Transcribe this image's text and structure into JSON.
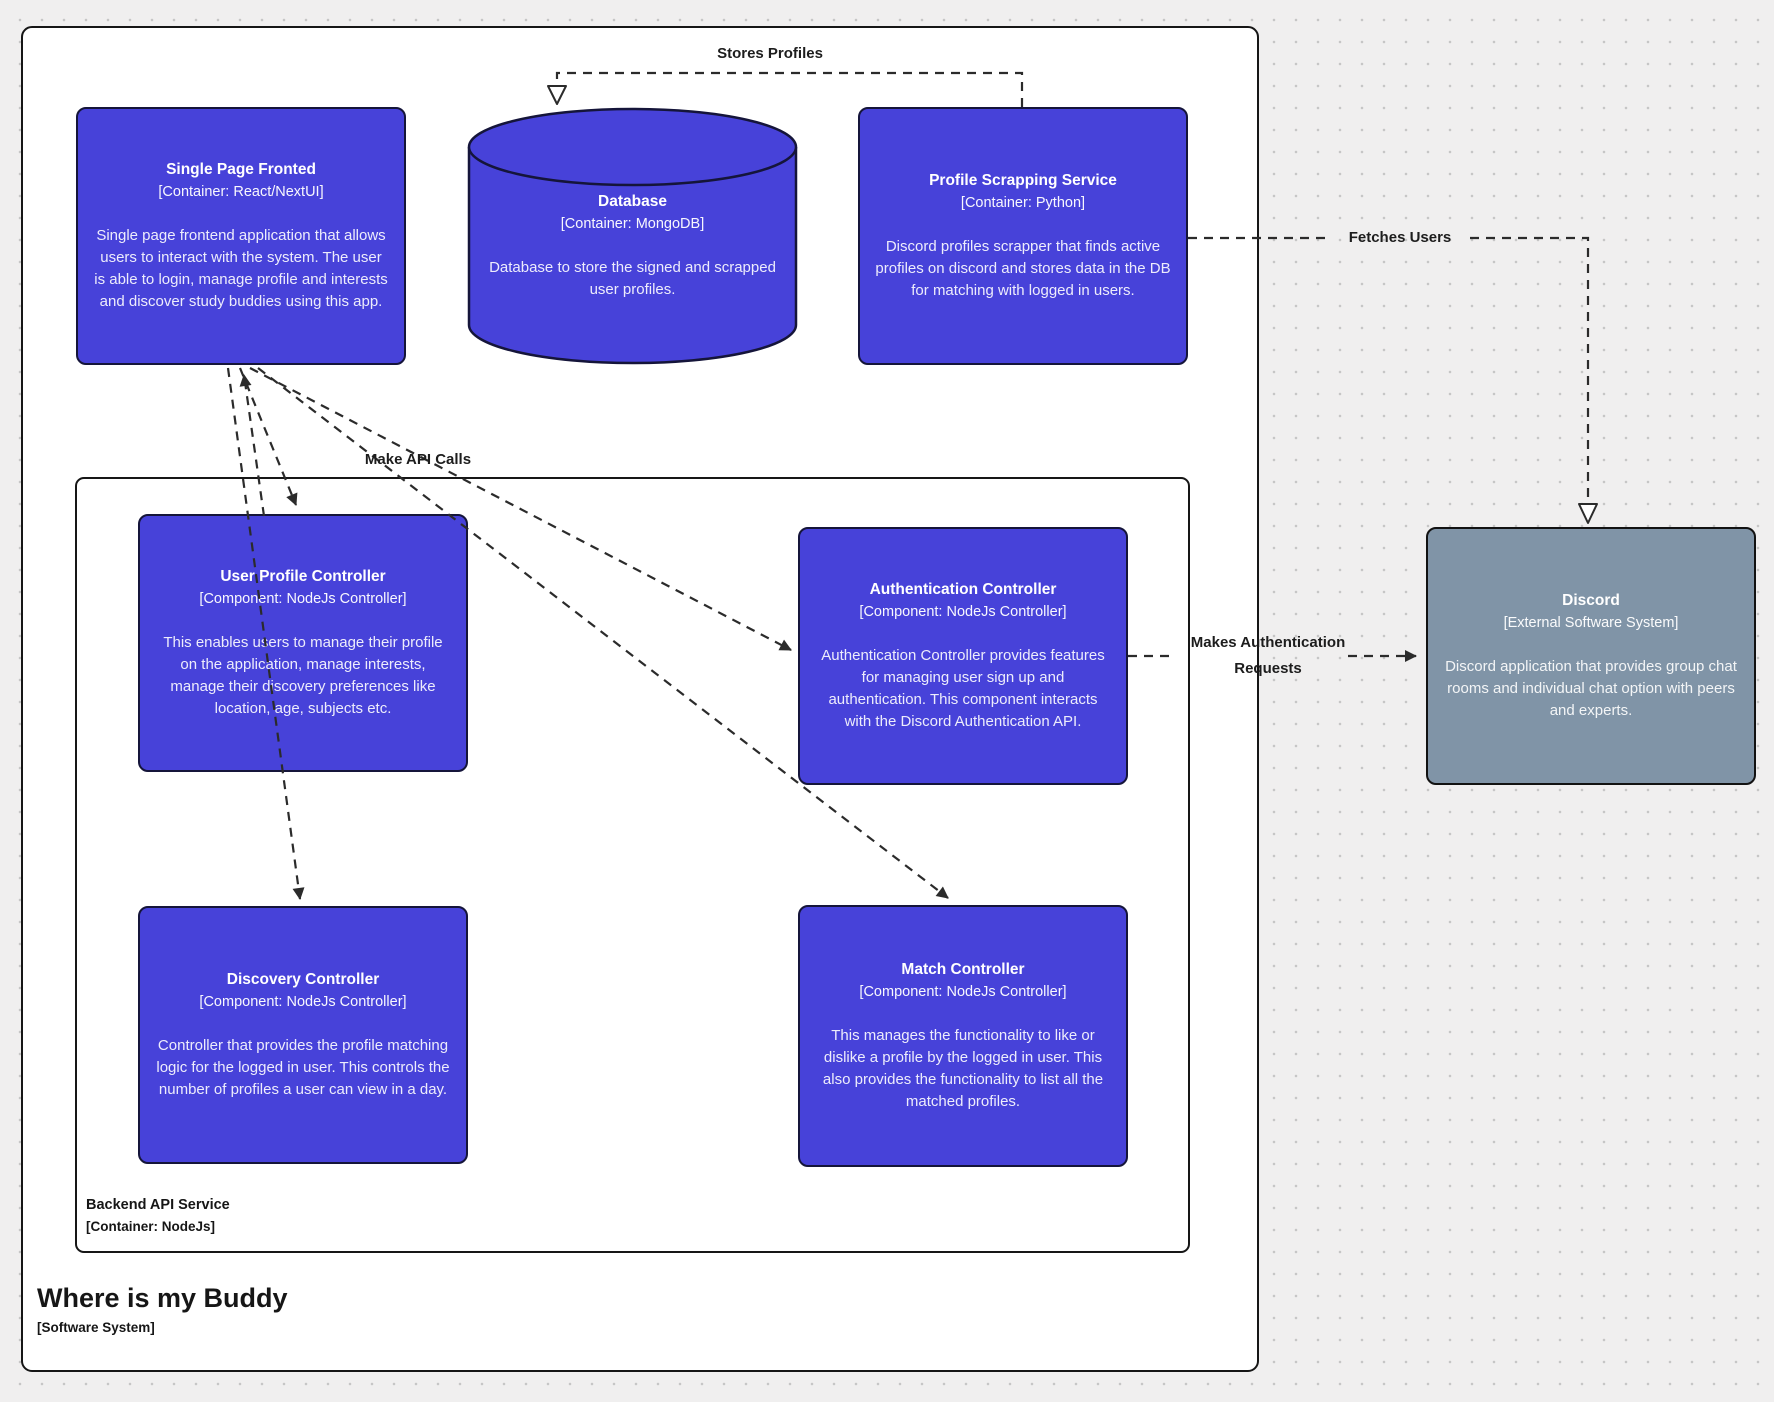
{
  "system": {
    "title": "Where is my Buddy",
    "subtitle": "[Software System]"
  },
  "backend": {
    "title": "Backend API Service",
    "subtitle": "[Container: NodeJs]"
  },
  "nodes": {
    "frontend": {
      "title": "Single Page Fronted",
      "subtitle": "[Container: React/NextUI]",
      "description": "Single page frontend application that allows users to interact with the system. The user is able to login, manage profile and interests and discover study buddies using this app."
    },
    "database": {
      "title": "Database",
      "subtitle": "[Container: MongoDB]",
      "description": "Database to store the signed and scrapped user profiles."
    },
    "scrapper": {
      "title": "Profile Scrapping Service",
      "subtitle": "[Container: Python]",
      "description": "Discord profiles scrapper that finds active profiles on discord and stores data in the DB for matching with logged in users."
    },
    "user_profile": {
      "title": "User Profile Controller",
      "subtitle": "[Component: NodeJs Controller]",
      "description": "This enables users to manage their profile on the application, manage interests, manage their discovery preferences like location, age, subjects etc."
    },
    "auth": {
      "title": "Authentication Controller",
      "subtitle": "[Component: NodeJs Controller]",
      "description": "Authentication Controller provides features for managing user sign up and authentication. This component interacts with the Discord Authentication API."
    },
    "discovery": {
      "title": "Discovery Controller",
      "subtitle": "[Component: NodeJs Controller]",
      "description": "Controller that provides the profile matching logic for the logged in user. This controls the number of profiles a user can view in a day."
    },
    "match": {
      "title": "Match Controller",
      "subtitle": "[Component: NodeJs Controller]",
      "description": "This manages the functionality to like or dislike a profile by the logged in user. This also provides the functionality to list all the matched profiles."
    },
    "discord": {
      "title": "Discord",
      "subtitle": "[External Software System]",
      "description": "Discord application that provides group chat rooms and individual chat option with peers and experts."
    }
  },
  "edges": {
    "stores_profiles": "Stores Profiles",
    "fetches_users": "Fetches Users",
    "make_api_calls": "Make API Calls",
    "makes_auth_requests": "Makes Authentication Requests"
  },
  "colors": {
    "container_blue": "#4742d9",
    "external_gray": "#8094a7",
    "node_border": "#15153a",
    "edge_stroke": "#2b2b2b",
    "canvas_white": "#ffffff",
    "page_background": "#f0efef"
  }
}
